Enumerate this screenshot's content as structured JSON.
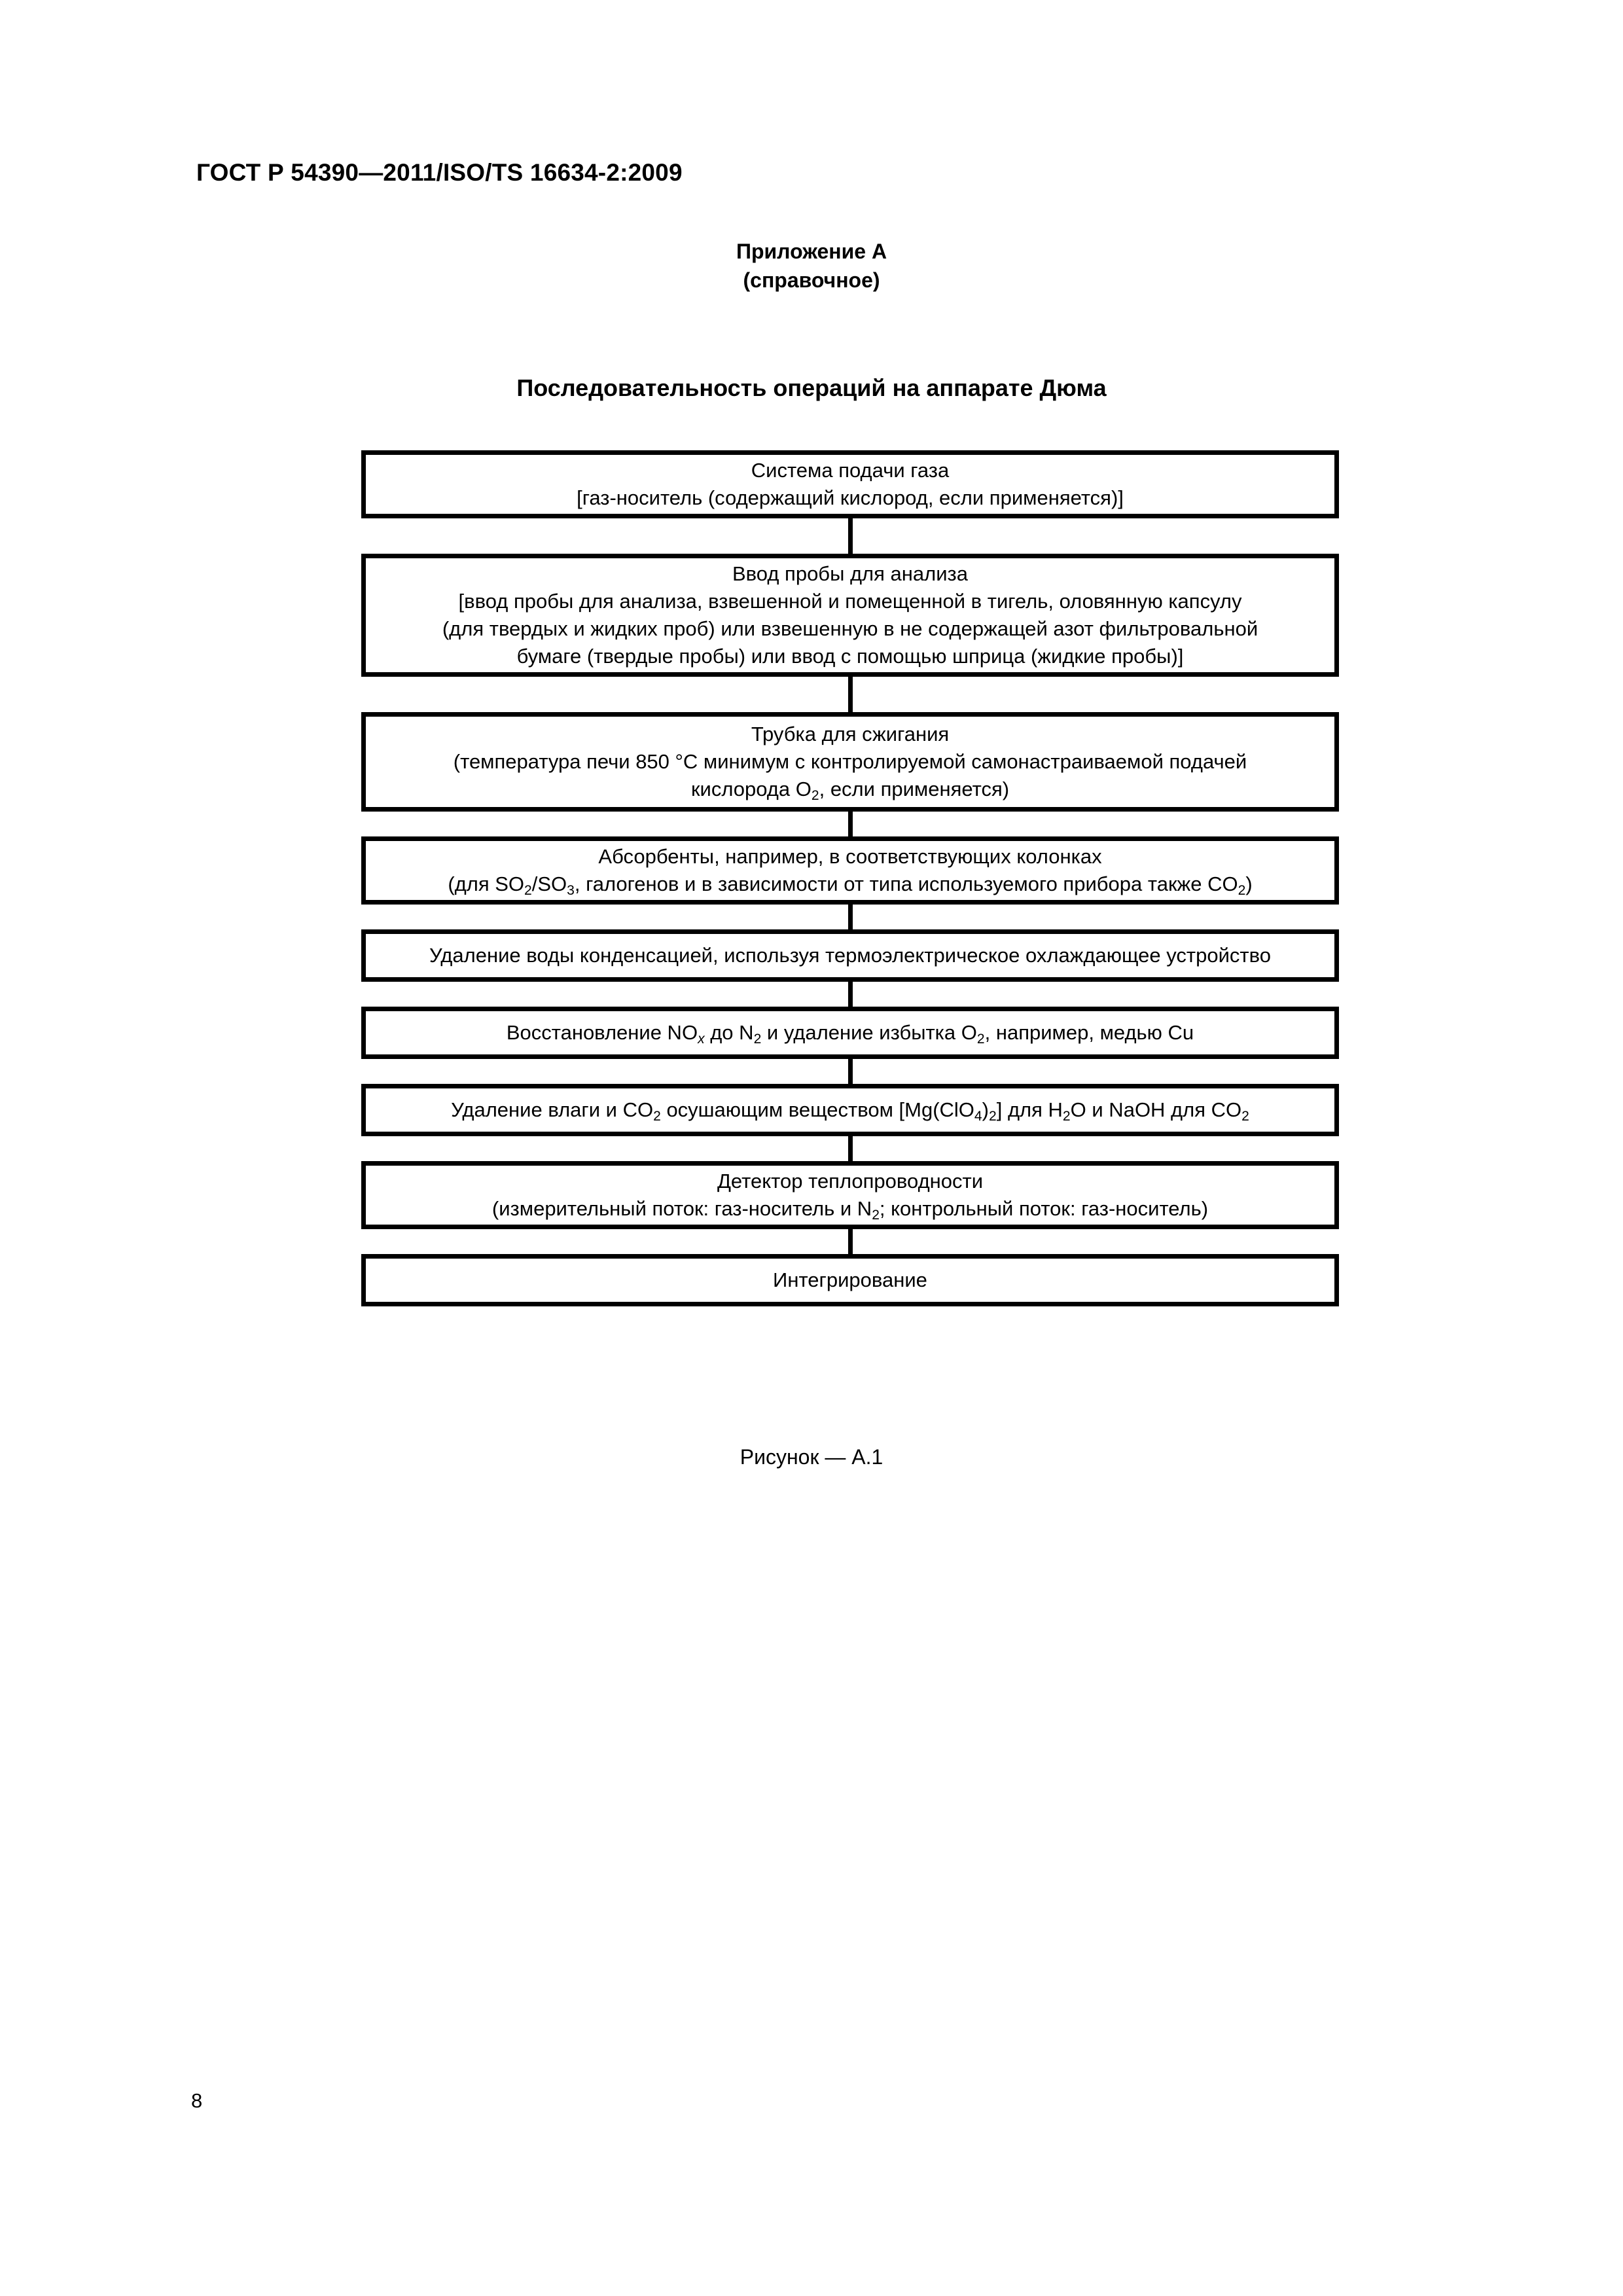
{
  "document": {
    "header": "ГОСТ Р 54390—2011/ISO/TS 16634-2:2009",
    "page_number": "8"
  },
  "annex": {
    "label": "Приложение А",
    "kind": "(справочное)"
  },
  "figure": {
    "title": "Последовательность операций на аппарате Дюма",
    "caption": "Рисунок — А.1"
  },
  "chart_data": {
    "type": "diagram",
    "subtype": "flowchart-vertical",
    "title": "Последовательность операций на аппарате Дюма",
    "caption": "Рисунок — А.1",
    "orientation": "top-to-bottom",
    "connector": "vertical-line",
    "node_count": 9,
    "nodes": [
      {
        "id": 1,
        "lines": [
          "Система подачи газа",
          "[газ-носитель (содержащий кислород, если применяется)]"
        ]
      },
      {
        "id": 2,
        "lines": [
          "Ввод пробы для анализа",
          "[ввод пробы для анализа, взвешенной и помещенной в тигель, оловянную капсулу",
          "(для твердых и жидких проб) или взвешенную в не содержащей азот фильтровальной",
          "бумаге (твердые пробы) или ввод с помощью шприца (жидкие пробы)]"
        ]
      },
      {
        "id": 3,
        "lines": [
          "Трубка для сжигания",
          "(температура печи 850 °C минимум с контролируемой самонастраиваемой подачей",
          "кислорода O₂, если применяется)"
        ]
      },
      {
        "id": 4,
        "lines": [
          "Абсорбенты, например, в соответствующих колонках",
          "(для SO₂/SO₃, галогенов и в зависимости от типа используемого прибора также CO₂)"
        ]
      },
      {
        "id": 5,
        "lines": [
          "Удаление воды конденсацией, используя термоэлектрическое охлаждающее устройство"
        ]
      },
      {
        "id": 6,
        "lines": [
          "Восстановление NOx до N₂ и удаление избытка O₂, например, медью Cu"
        ]
      },
      {
        "id": 7,
        "lines": [
          "Удаление влаги и CO₂ осушающим веществом [Mg(ClO₄)₂] для H₂O и NaOH для CO₂"
        ]
      },
      {
        "id": 8,
        "lines": [
          "Детектор теплопроводности",
          "(измерительный поток: газ-носитель и N₂; контрольный поток: газ-носитель)"
        ]
      },
      {
        "id": 9,
        "lines": [
          "Интегрирование"
        ]
      }
    ]
  },
  "flow": {
    "box1": {
      "line1": "Система подачи газа",
      "line2": "[газ-носитель (содержащий кислород, если применяется)]"
    },
    "box2": {
      "line1": "Ввод пробы для анализа",
      "line2": "[ввод пробы для анализа, взвешенной и помещенной в тигель, оловянную капсулу",
      "line3": "(для твердых и жидких проб) или взвешенную в не содержащей азот фильтровальной",
      "line4": "бумаге (твердые пробы) или ввод с помощью шприца (жидкие пробы)]"
    },
    "box3": {
      "line1": "Трубка для сжигания",
      "line2": "(температура печи 850 °C минимум с контролируемой самонастраиваемой подачей",
      "line3_a": "кислорода O",
      "line3_sub": "2",
      "line3_b": ", если применяется)"
    },
    "box4": {
      "line1": "Абсорбенты, например, в соответствующих колонках",
      "line2_a": "(для SO",
      "line2_sub1": "2",
      "line2_b": "/SO",
      "line2_sub2": "3",
      "line2_c": ", галогенов и в зависимости от типа используемого прибора также CO",
      "line2_sub3": "2",
      "line2_d": ")"
    },
    "box5": {
      "line1": "Удаление воды конденсацией, используя термоэлектрическое охлаждающее устройство"
    },
    "box6": {
      "line1_a": "Восстановление NO",
      "line1_sub1": "x",
      "line1_b": " до N",
      "line1_sub2": "2",
      "line1_c": " и удаление избытка O",
      "line1_sub3": "2",
      "line1_d": ", например, медью Cu"
    },
    "box7": {
      "line1_a": "Удаление влаги и CO",
      "line1_sub1": "2",
      "line1_b": " осушающим веществом [Mg(ClO",
      "line1_sub2": "4",
      "line1_c": ")",
      "line1_sub3": "2",
      "line1_d": "] для H",
      "line1_sub4": "2",
      "line1_e": "O и NaOH для CO",
      "line1_sub5": "2"
    },
    "box8": {
      "line1": "Детектор теплопроводности",
      "line2_a": "(измерительный поток: газ-носитель и N",
      "line2_sub": "2",
      "line2_b": "; контрольный поток: газ-носитель)"
    },
    "box9": {
      "line1": "Интегрирование"
    }
  }
}
